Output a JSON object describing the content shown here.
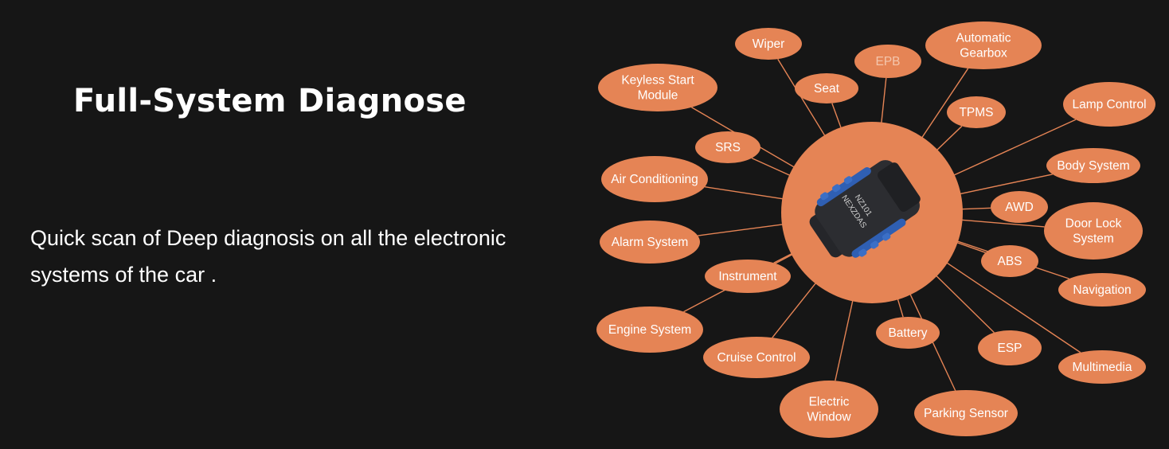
{
  "heading": "Full-System Diagnose",
  "description": "Quick scan of Deep diagnosis on all the electronic systems of the car .",
  "colors": {
    "background": "#161616",
    "accent": "#e58455",
    "text": "#ffffff",
    "device_body": "#2c2d31",
    "device_grip": "#2f5fb3"
  },
  "device": {
    "icon": "obd-scanner-icon",
    "brand": "NEXZDAS",
    "model": "NZ101"
  },
  "systems": [
    {
      "id": "wiper",
      "lines": [
        "Wiper"
      ]
    },
    {
      "id": "epb",
      "lines": [
        "EPB"
      ]
    },
    {
      "id": "automatic-gearbox",
      "lines": [
        "Automatic",
        "Gearbox"
      ]
    },
    {
      "id": "keyless-start-module",
      "lines": [
        "Keyless Start",
        "Module"
      ]
    },
    {
      "id": "seat",
      "lines": [
        "Seat"
      ]
    },
    {
      "id": "tpms",
      "lines": [
        "TPMS"
      ]
    },
    {
      "id": "lamp-control",
      "lines": [
        "Lamp Control"
      ]
    },
    {
      "id": "srs",
      "lines": [
        "SRS"
      ]
    },
    {
      "id": "body-system",
      "lines": [
        "Body System"
      ]
    },
    {
      "id": "air-conditioning",
      "lines": [
        "Air Conditioning"
      ]
    },
    {
      "id": "awd",
      "lines": [
        "AWD"
      ]
    },
    {
      "id": "door-lock-system",
      "lines": [
        "Door Lock",
        "System"
      ]
    },
    {
      "id": "alarm-system",
      "lines": [
        "Alarm System"
      ]
    },
    {
      "id": "abs",
      "lines": [
        "ABS"
      ]
    },
    {
      "id": "instrument",
      "lines": [
        "Instrument"
      ]
    },
    {
      "id": "navigation",
      "lines": [
        "Navigation"
      ]
    },
    {
      "id": "engine-system",
      "lines": [
        "Engine System"
      ]
    },
    {
      "id": "battery",
      "lines": [
        "Battery"
      ]
    },
    {
      "id": "esp",
      "lines": [
        "ESP"
      ]
    },
    {
      "id": "cruise-control",
      "lines": [
        "Cruise Control"
      ]
    },
    {
      "id": "multimedia",
      "lines": [
        "Multimedia"
      ]
    },
    {
      "id": "electric-window",
      "lines": [
        "Electric",
        "Window"
      ]
    },
    {
      "id": "parking-sensor",
      "lines": [
        "Parking Sensor"
      ]
    }
  ]
}
